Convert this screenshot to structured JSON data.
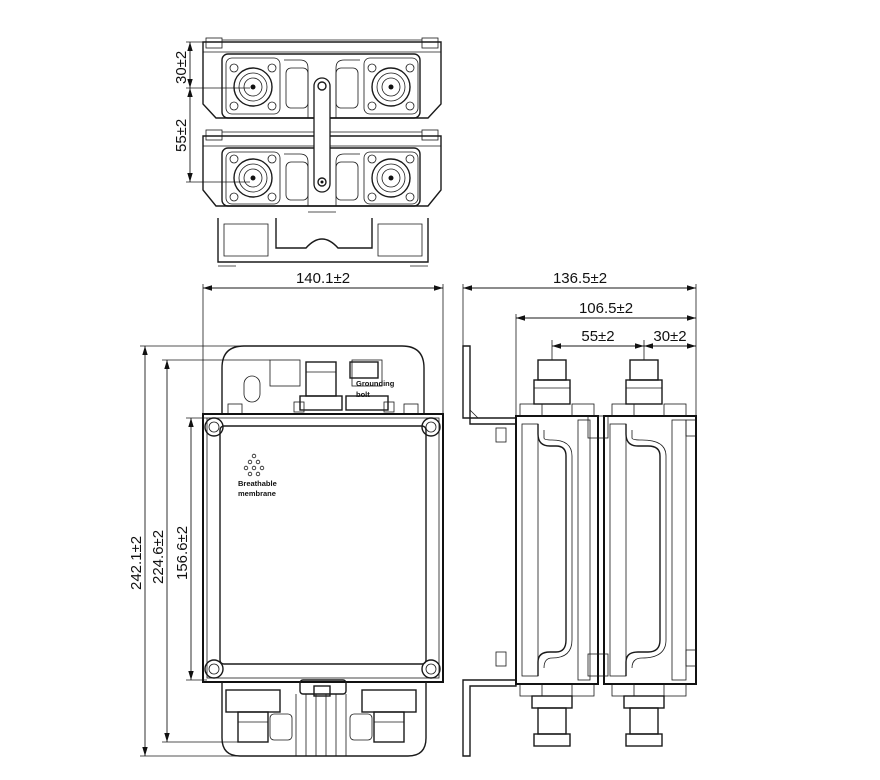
{
  "dimensions": {
    "top_offset_upper": "30±2",
    "top_offset_lower": "55±2",
    "front_width": "140.1±2",
    "front_height_total": "242.1±2",
    "front_height_mid": "224.6±2",
    "front_height_body": "156.6±2",
    "side_depth_total": "136.5±2",
    "side_depth_mid": "106.5±2",
    "side_connector_pitch": "55±2",
    "side_connector_offset": "30±2"
  },
  "labels": {
    "grounding_line1": "Grounding",
    "grounding_line2": "bolt",
    "membrane_line1": "Breathable",
    "membrane_line2": "membrane"
  },
  "style": {
    "line_color": "#1a1a1a",
    "background": "#ffffff"
  }
}
